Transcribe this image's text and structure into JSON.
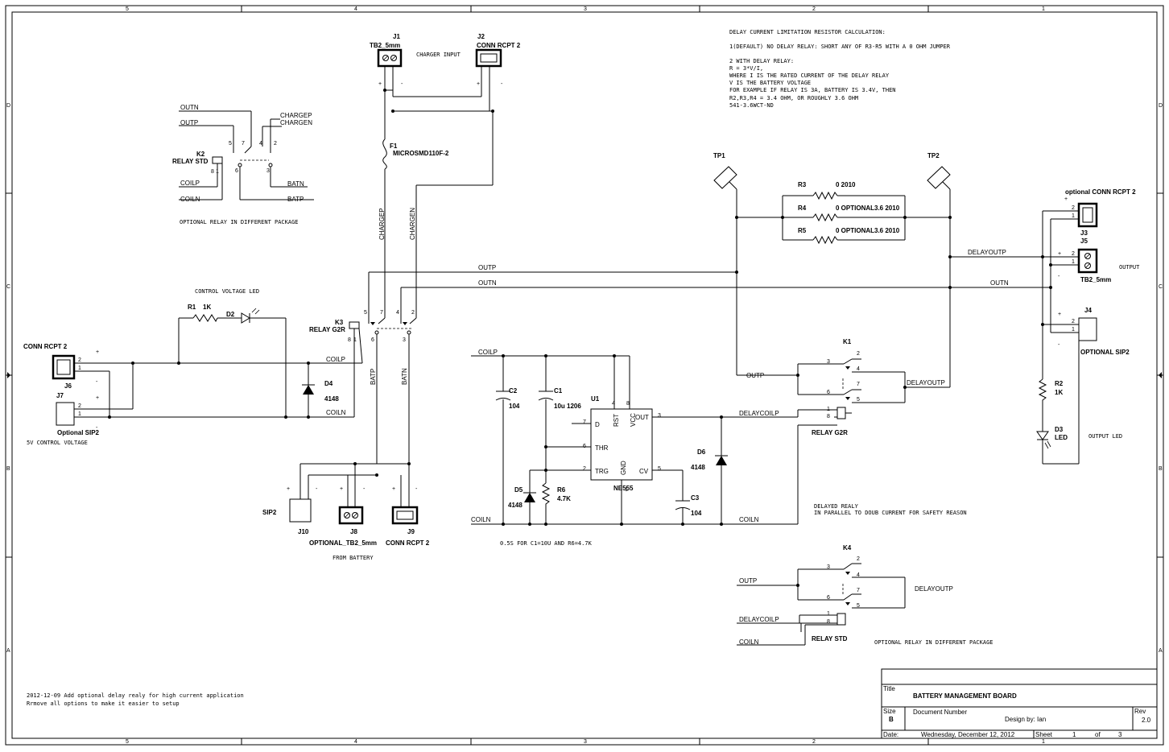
{
  "frame": {
    "col_labels": [
      "5",
      "4",
      "3",
      "2",
      "1"
    ],
    "row_labels": [
      "D",
      "C",
      "B",
      "A"
    ]
  },
  "title_block": {
    "title_label": "Title",
    "title": "BATTERY MANAGEMENT BOARD",
    "size_label": "Size",
    "size": "B",
    "docnum_label": "Document Number",
    "design_by": "Design by:  Ian",
    "rev_label": "Rev",
    "rev": "2.0",
    "date_label": "Date:",
    "date": "Wednesday, December 12, 2012",
    "sheet_label": "Sheet",
    "sheet": "1",
    "of_label": "of",
    "sheets": "3"
  },
  "notes": {
    "delay_calc": [
      "DELAY CURRENT LIMITATION RESISTOR CALCULATION:",
      "",
      "1(DEFAULT) NO DELAY RELAY: SHORT ANY OF R3-R5 WITH A 0 OHM JUMPER",
      "",
      "2 WITH DELAY RELAY:",
      "R = 3*V/I,",
      "WHERE I IS THE RATED CURRENT OF THE DELAY RELAY",
      "V IS THE BATTERY VOLTAGE",
      "FOR EXAMPLE IF RELAY IS 3A, BATTERY IS 3.4V, THEN",
      "R2,R3,R4 = 3.4 OHM, OR ROUGHLY 3.6 OHM",
      "541-3.6WCT-ND"
    ],
    "charger_input": "CHARGER INPUT",
    "optional_relay_1": "OPTIONAL RELAY IN DIFFERENT PACKAGE",
    "control_voltage_led": "CONTROL VOLTAGE   LED",
    "five_v_control": "5V CONTROL VOLTAGE",
    "from_battery": "FROM BATTERY",
    "delayed_relay": [
      "DELAYED REALY",
      "IN PARALLEL TO DOUB CURRENT FOR SAFETY REASON"
    ],
    "timing": "0.5S FOR C1=10U AND R6=4.7K",
    "output": "OUTPUT",
    "output_led": "OUTPUT LED",
    "optional_relay_2": "OPTIONAL RELAY IN DIFFERENT PACKAGE",
    "revision": [
      "2012-12-09 Add optional delay realy for high current application",
      "Rrmove all options to make it easier to setup"
    ]
  },
  "components": {
    "j1": {
      "ref": "J1",
      "value": "TB2_5mm"
    },
    "j2": {
      "ref": "J2",
      "value": "CONN RCPT 2"
    },
    "f1": {
      "ref": "F1",
      "value": "MICROSMD110F-2"
    },
    "k2": {
      "ref": "K2",
      "value": "RELAY STD"
    },
    "k3": {
      "ref": "K3",
      "value": "RELAY G2R"
    },
    "r1": {
      "ref": "R1",
      "value": "1K"
    },
    "d2": {
      "ref": "D2"
    },
    "d4": {
      "ref": "D4",
      "value": "4148"
    },
    "j6": {
      "ref": "J6",
      "value": "CONN RCPT 2"
    },
    "j7": {
      "ref": "J7",
      "value": "Optional SIP2"
    },
    "tp1": {
      "ref": "TP1"
    },
    "tp2": {
      "ref": "TP2"
    },
    "r3": {
      "ref": "R3",
      "value": "0 2010"
    },
    "r4": {
      "ref": "R4",
      "value": "0 OPTIONAL3.6 2010"
    },
    "r5": {
      "ref": "R5",
      "value": "0 OPTIONAL3.6 2010"
    },
    "j3": {
      "ref": "J3",
      "value": "optional CONN RCPT 2"
    },
    "j5": {
      "ref": "J5",
      "value": "TB2_5mm"
    },
    "j4": {
      "ref": "J4",
      "value": "OPTIONAL SIP2"
    },
    "r2": {
      "ref": "R2",
      "value": "1K"
    },
    "d3": {
      "ref": "D3",
      "value": "LED"
    },
    "k1": {
      "ref": "K1",
      "value": "RELAY G2R"
    },
    "k4": {
      "ref": "K4",
      "value": "RELAY STD"
    },
    "u1": {
      "ref": "U1",
      "value": "NE555"
    },
    "c1": {
      "ref": "C1",
      "value": "10u 1206"
    },
    "c2": {
      "ref": "C2",
      "value": "104"
    },
    "c3": {
      "ref": "C3",
      "value": "104"
    },
    "d5": {
      "ref": "D5",
      "value": "4148"
    },
    "d6": {
      "ref": "D6",
      "value": "4148"
    },
    "r6": {
      "ref": "R6",
      "value": "4.7K"
    },
    "j8": {
      "ref": "J8",
      "value": "OPTIONAL_TB2_5mm"
    },
    "j9": {
      "ref": "J9",
      "value": "CONN RCPT 2"
    },
    "j10": {
      "ref": "J10",
      "value": "SIP2"
    }
  },
  "nets": {
    "outn": "OUTN",
    "outp": "OUTP",
    "chargep": "CHARGEP",
    "chargen": "CHARGEN",
    "coilp": "COILP",
    "coiln": "COILN",
    "batn": "BATN",
    "batp": "BATP",
    "delayoutp": "DELAYOUTP",
    "delaycoilp": "DELAYCOILP"
  },
  "u1_pins": {
    "d": "D",
    "rst": "RST",
    "vcc": "VCC",
    "out": "OUT",
    "thr": "THR",
    "trg": "TRG",
    "gnd": "GND",
    "cv": "CV"
  },
  "symbols": {
    "plus": "+",
    "minus": "-"
  }
}
